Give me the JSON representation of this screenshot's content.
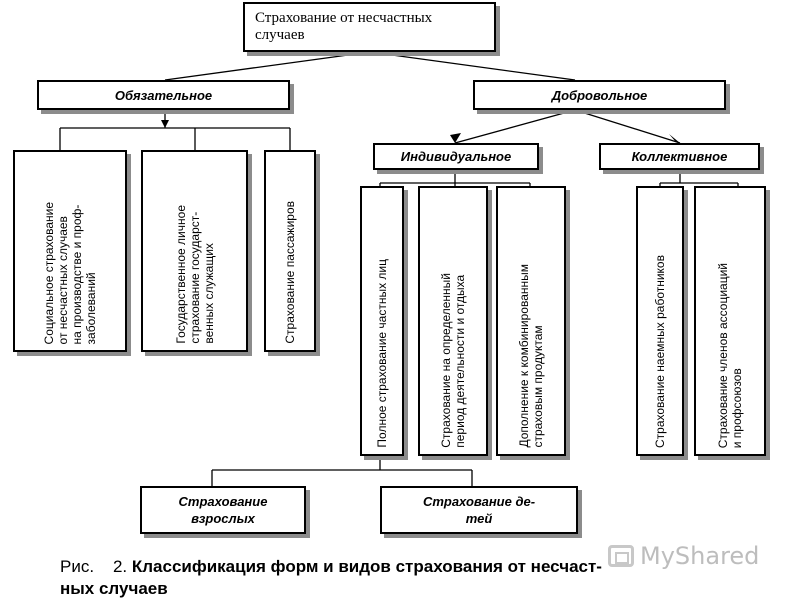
{
  "root": "Страхование от несчастных случаев",
  "mandatory": "Обязательное",
  "voluntary": "Добровольное",
  "individual": "Индивидуальное",
  "collective": "Коллективное",
  "mandatory_types": {
    "social": "Социальное страхование\nот несчастных случаев\nна производстве и проф-\nзаболеваний",
    "state": "Государственное личное\nстрахование государст-\nвенных служащих",
    "passengers": "Страхование пассажиров"
  },
  "individual_types": {
    "full": "Полное страхование частных лиц",
    "period": "Страхование на определенный\nпериод деятельности и отдыха",
    "addon": "Дополнение к комбинированным\nстраховым продуктам"
  },
  "collective_types": {
    "employees": "Страхование наемных работников",
    "associations": "Страхование членов ассоциаций\nи профсоюзов"
  },
  "full_subtypes": {
    "adults": "Страхование\nвзрослых",
    "children": "Страхование де-\nтей"
  },
  "caption": {
    "prefix": "Рис.    2. ",
    "text": "Классификация форм и видов страхования от несчаст-\nных случаев"
  },
  "watermark": "MyShared"
}
